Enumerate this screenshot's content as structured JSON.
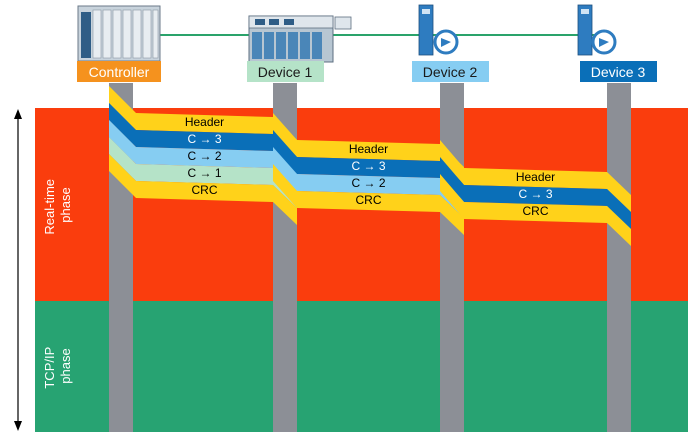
{
  "devices": [
    {
      "id": "controller",
      "label": "Controller",
      "color": "#f5921e",
      "text_color": "#ffffff"
    },
    {
      "id": "device1",
      "label": "Device 1",
      "color": "#b5e3c8",
      "text_color": "#1a1a1a"
    },
    {
      "id": "device2",
      "label": "Device 2",
      "color": "#86cdf2",
      "text_color": "#1a1a1a"
    },
    {
      "id": "device3",
      "label": "Device 3",
      "color": "#0a6fb8",
      "text_color": "#ffffff"
    }
  ],
  "phases": {
    "realtime": {
      "label_line1": "Real-time",
      "label_line2": "phase",
      "color": "#fa3d0d"
    },
    "tcpip": {
      "label_line1": "TCP/IP",
      "label_line2": "phase",
      "color": "#27a372"
    }
  },
  "frames": [
    {
      "rows": [
        "Header",
        "C → 3",
        "C → 2",
        "C → 1",
        "CRC"
      ]
    },
    {
      "rows": [
        "Header",
        "C → 3",
        "C → 2",
        "CRC"
      ]
    },
    {
      "rows": [
        "Header",
        "C → 3",
        "CRC"
      ]
    }
  ],
  "colors": {
    "header_band": "#ffd21a",
    "c3_band": "#0a6fb8",
    "c2_band": "#86cdf2",
    "c1_band": "#b5e3c8",
    "crc_band": "#ffd21a",
    "pillar": "#8c8f96",
    "network_line": "#2aa36b",
    "arrow": "#000000"
  }
}
